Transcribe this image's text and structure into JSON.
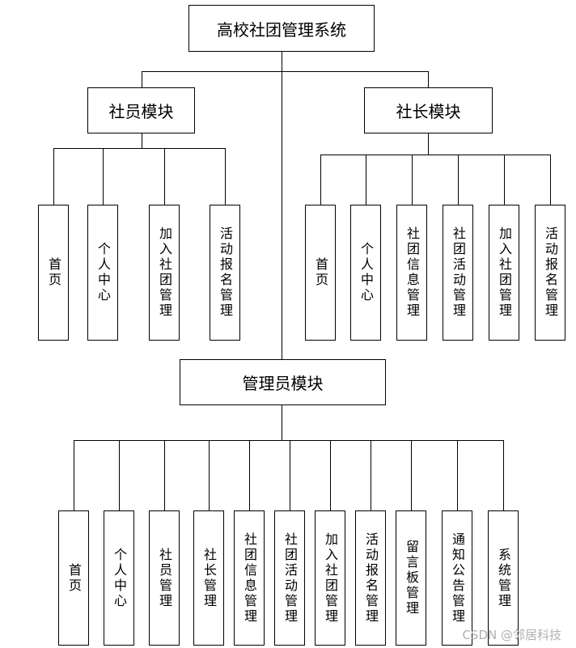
{
  "title": "高校社团管理系统",
  "modules": {
    "member": {
      "label": "社员模块",
      "items": [
        "首页",
        "个人中心",
        "加入社团管理",
        "活动报名管理"
      ]
    },
    "president": {
      "label": "社长模块",
      "items": [
        "首页",
        "个人中心",
        "社团信息管理",
        "社团活动管理",
        "加入社团管理",
        "活动报名管理"
      ]
    },
    "admin": {
      "label": "管理员模块",
      "items": [
        "首页",
        "个人中心",
        "社员管理",
        "社长管理",
        "社团信息管理",
        "社团活动管理",
        "加入社团管理",
        "活动报名管理",
        "留言板管理",
        "通知公告管理",
        "系统管理"
      ]
    }
  },
  "watermark": "CSDN @邻居科技"
}
